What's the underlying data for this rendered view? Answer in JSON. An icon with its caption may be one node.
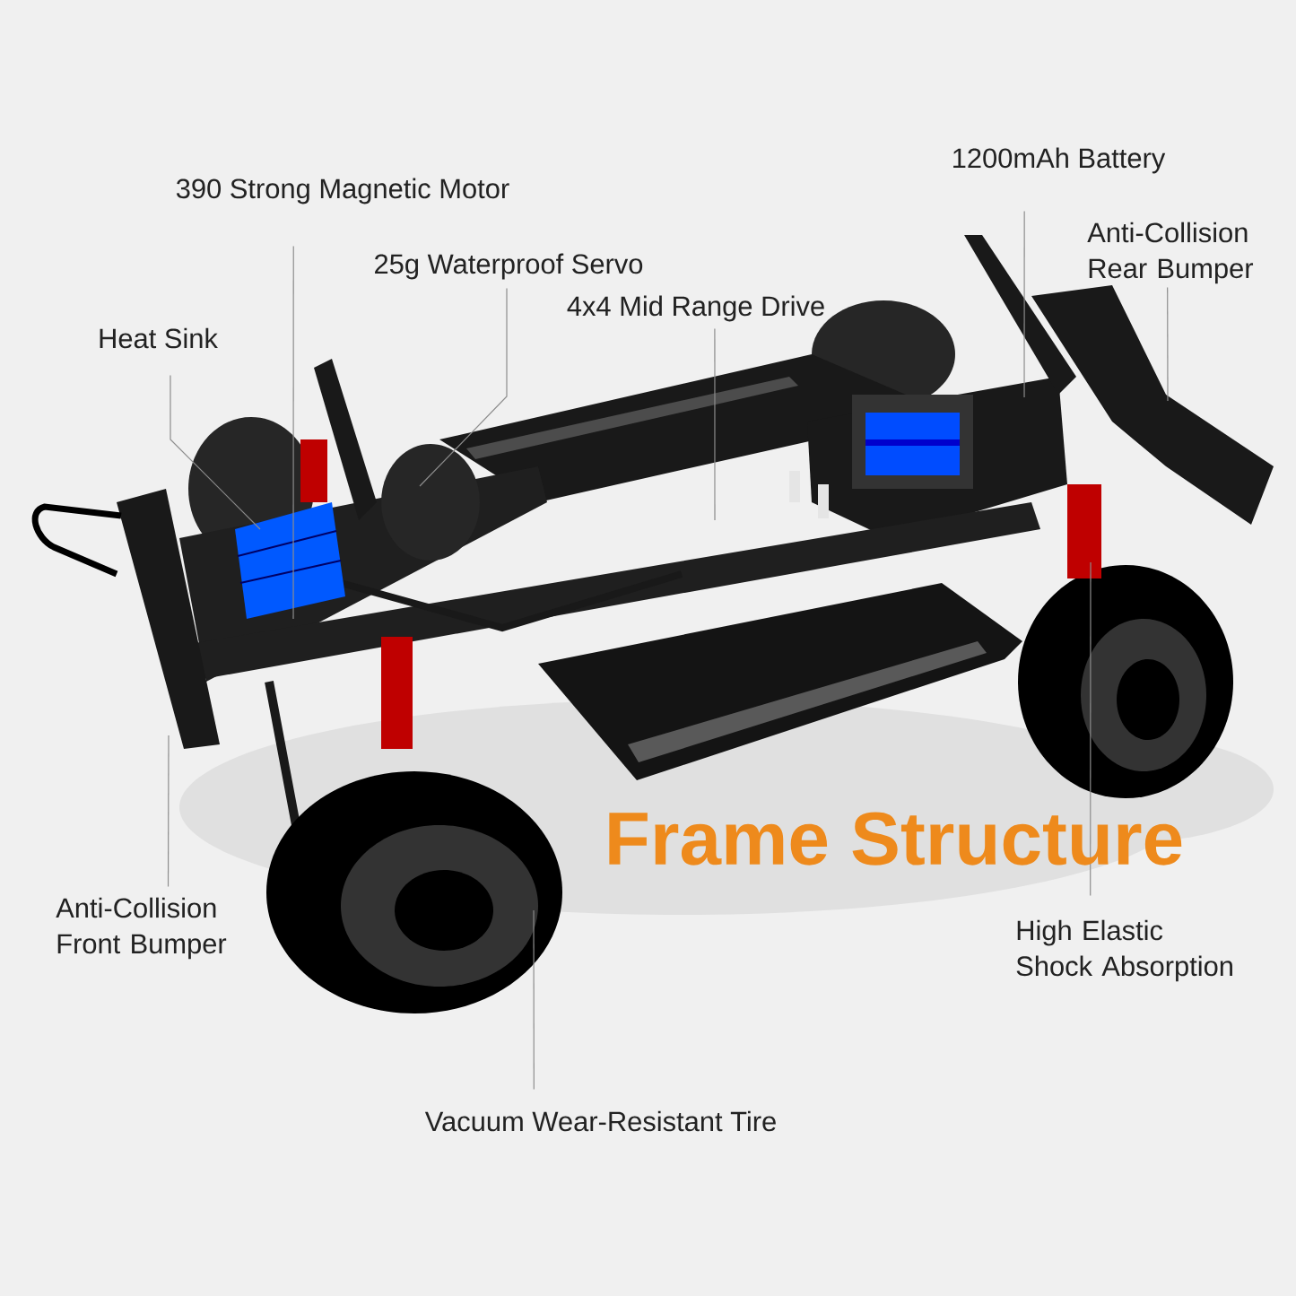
{
  "diagram": {
    "title": "Frame Structure",
    "nodes": [
      {
        "text": [
          "1200mAh Battery"
        ]
      },
      {
        "text": [
          "390 Strong Magnetic Motor"
        ]
      },
      {
        "text": [
          "Anti-Collision Rear Bumper"
        ]
      },
      {
        "text": [
          "25g Waterproof Servo"
        ]
      },
      {
        "text": [
          "4x4 Mid Range Drive"
        ]
      },
      {
        "text": [
          "Heat Sink"
        ]
      },
      {
        "text": [
          "Anti-Collision Front Bumper"
        ]
      },
      {
        "text": [
          "High Elastic Shock Absorption"
        ]
      },
      {
        "text": [
          "Vacuum Wear-Resistant Tire"
        ]
      }
    ],
    "edges": [
      {
        "from": 0,
        "to": null,
        "arrow": "none"
      },
      {
        "from": 1,
        "to": null,
        "arrow": "none"
      },
      {
        "from": 2,
        "to": null,
        "arrow": "none"
      },
      {
        "from": 3,
        "to": null,
        "arrow": "none"
      },
      {
        "from": 4,
        "to": null,
        "arrow": "none"
      },
      {
        "from": 5,
        "to": null,
        "arrow": "none"
      },
      {
        "from": 6,
        "to": null,
        "arrow": "none"
      },
      {
        "from": 7,
        "to": null,
        "arrow": "none"
      },
      {
        "from": 8,
        "to": null,
        "arrow": "none"
      }
    ]
  }
}
